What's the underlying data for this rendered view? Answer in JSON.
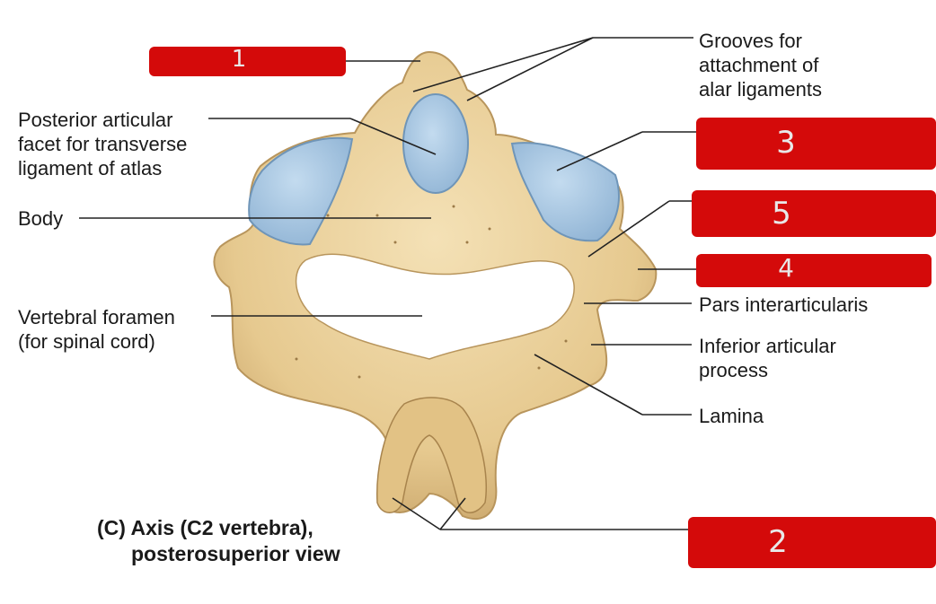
{
  "labels": {
    "grooves": [
      "Grooves for",
      "attachment of",
      "alar ligaments"
    ],
    "posterior_facet": [
      "Posterior articular",
      "facet for transverse",
      "ligament of atlas"
    ],
    "body": "Body",
    "vertebral_foramen": [
      "Vertebral foramen",
      "(for spinal cord)"
    ],
    "pars": "Pars interarticularis",
    "inferior_articular": [
      "Inferior articular",
      "process"
    ],
    "lamina": "Lamina"
  },
  "caption": [
    "(C) Axis (C2 vertebra),",
    "posterosuperior view"
  ],
  "answer_boxes": [
    {
      "id": "box-1",
      "number": "1"
    },
    {
      "id": "box-2",
      "number": "2"
    },
    {
      "id": "box-3",
      "number": "3"
    },
    {
      "id": "box-4",
      "number": "4"
    },
    {
      "id": "box-5",
      "number": "5"
    }
  ],
  "colors": {
    "bone": "#ecd3a0",
    "bone_shadow": "#c9a56a",
    "facet": "#a9c8e2",
    "facet_edge": "#6f95b8",
    "box": "#d40a0a",
    "leader": "#222222"
  }
}
